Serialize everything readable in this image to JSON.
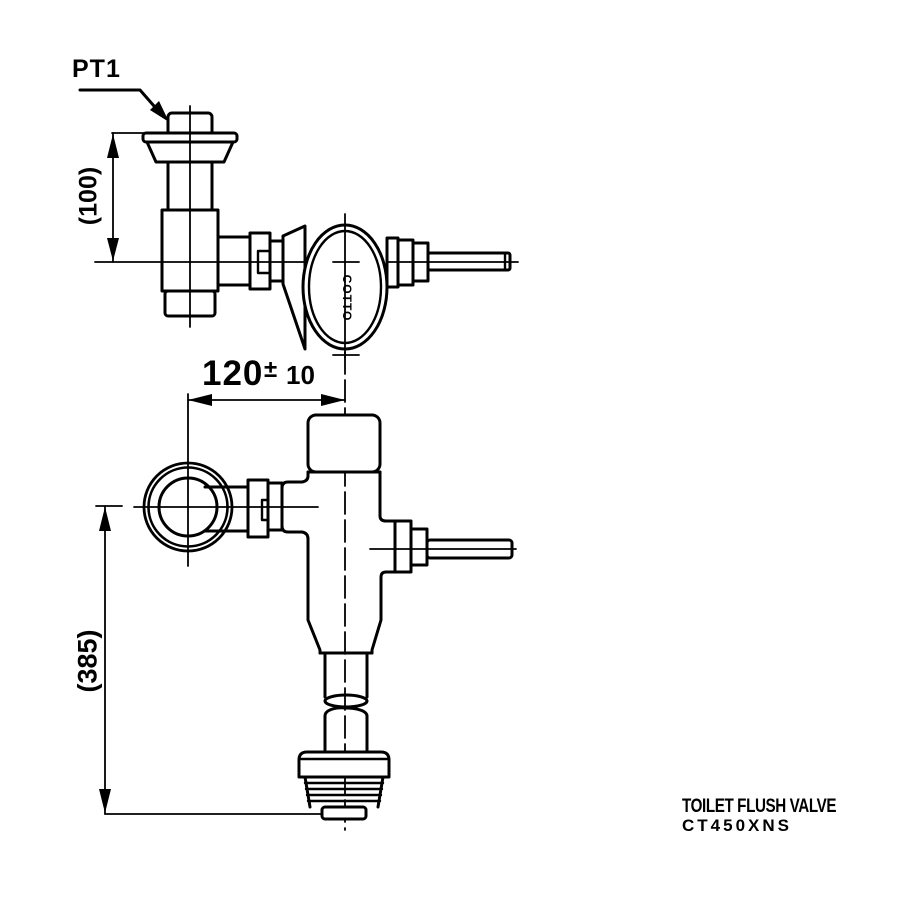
{
  "drawing": {
    "type": "technical-dimension-drawing",
    "subject": "toilet flush valve, top view and front view",
    "background_color": "#ffffff",
    "line_color": "#000000"
  },
  "labels": {
    "inlet_callout": "PT1",
    "inlet_height_dim": "(100)",
    "width_dim_value": "120",
    "width_dim_tolerance_sign": "±",
    "width_dim_tolerance_value": "10",
    "overall_height_dim": "(385)",
    "brand_mark": "COTTO"
  },
  "title_block": {
    "product_name": "TOILET FLUSH VALVE",
    "model_number": "CT450XNS"
  }
}
